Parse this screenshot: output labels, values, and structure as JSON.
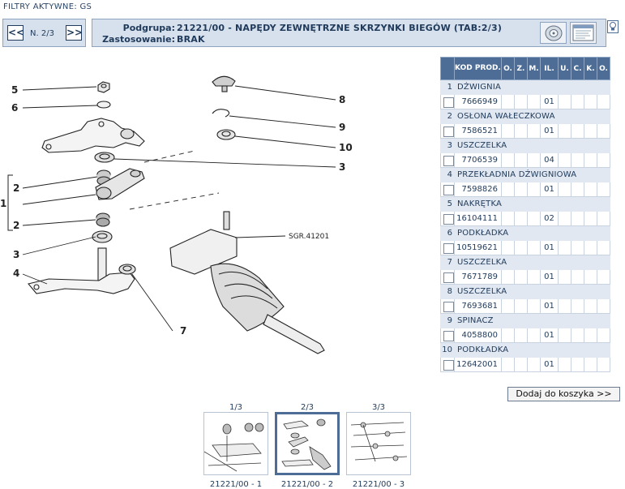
{
  "filters": "FILTRY AKTYWNE:  GS",
  "pager": {
    "label": "N. 2/3",
    "prev": "<<",
    "next": ">>"
  },
  "header": {
    "subgroup_key": "Podgrupa:",
    "subgroup_value": "21221/00 - NAPĘDY ZEWNĘTRZNE SKRZYNKI BIEGÓW (TAB:2/3)",
    "usage_key": "Zastosowanie:",
    "usage_value": "BRAK"
  },
  "columns": {
    "code": "KOD PROD.",
    "o": "O.",
    "z": "Z.",
    "m": "M.",
    "il": "IL.",
    "u": "U.",
    "c": "C.",
    "k": "K.",
    "x": "O."
  },
  "parts": [
    {
      "num": "1",
      "name": "DŹWIGNIA",
      "code": "7666949",
      "qty": "01"
    },
    {
      "num": "2",
      "name": "OSŁONA WAŁECZKOWA",
      "code": "7586521",
      "qty": "01"
    },
    {
      "num": "3",
      "name": "USZCZELKA",
      "code": "7706539",
      "qty": "04"
    },
    {
      "num": "4",
      "name": "PRZEKŁADNIA DŹWIGNIOWA",
      "code": "7598826",
      "qty": "01"
    },
    {
      "num": "5",
      "name": "NAKRĘTKA",
      "code": "16104111",
      "qty": "02"
    },
    {
      "num": "6",
      "name": "PODKŁADKA",
      "code": "10519621",
      "qty": "01"
    },
    {
      "num": "7",
      "name": "USZCZELKA",
      "code": "7671789",
      "qty": "01"
    },
    {
      "num": "8",
      "name": "USZCZELKA",
      "code": "7693681",
      "qty": "01"
    },
    {
      "num": "9",
      "name": "SPINACZ",
      "code": "4058800",
      "qty": "01"
    },
    {
      "num": "10",
      "name": "PODKŁADKA",
      "code": "12642001",
      "qty": "01"
    }
  ],
  "add_button": "Dodaj do koszyka >>",
  "drawing": {
    "ref_code": "SGR.41201",
    "callouts": [
      "5",
      "6",
      "2",
      "1",
      "2",
      "3",
      "4",
      "8",
      "9",
      "10",
      "3",
      "7"
    ]
  },
  "thumbs": [
    {
      "top": "1/3",
      "bottom": "21221/00 - 1"
    },
    {
      "top": "2/3",
      "bottom": "21221/00 - 2"
    },
    {
      "top": "3/3",
      "bottom": "21221/00 - 3"
    }
  ]
}
